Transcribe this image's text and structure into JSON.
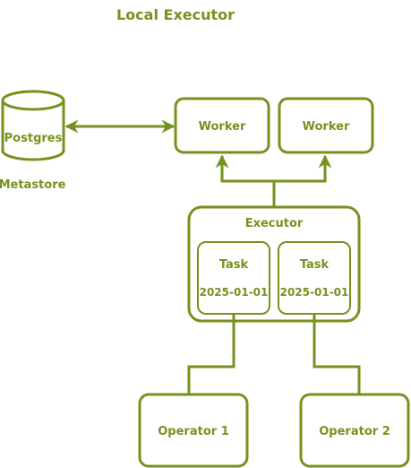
{
  "diagram": {
    "title": "Local Executor",
    "accent_color": "#76921E",
    "metastore": {
      "db_label": "Postgres",
      "caption": "Metastore"
    },
    "workers": [
      {
        "label": "Worker"
      },
      {
        "label": "Worker"
      }
    ],
    "executor": {
      "label": "Executor",
      "tasks": [
        {
          "label": "Task",
          "date": "2025-01-01"
        },
        {
          "label": "Task",
          "date": "2025-01-01"
        }
      ]
    },
    "operators": [
      {
        "label": "Operator 1"
      },
      {
        "label": "Operator 2"
      }
    ]
  }
}
